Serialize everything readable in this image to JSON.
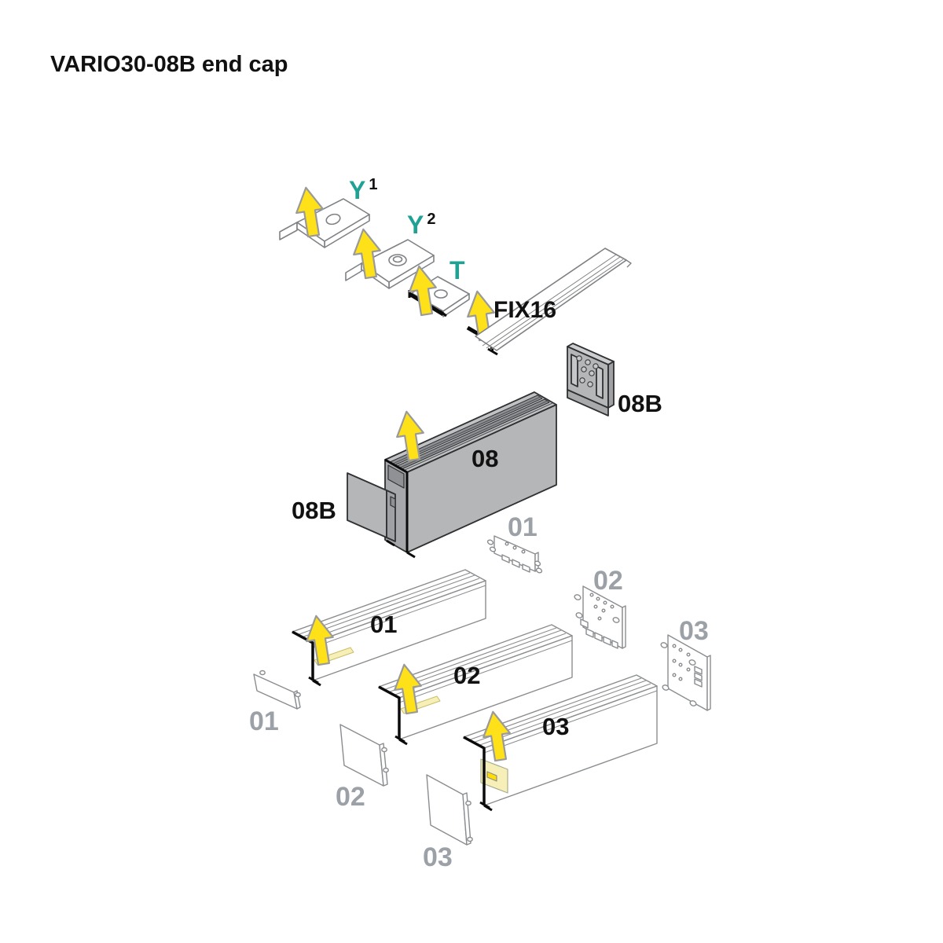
{
  "title": "VARIO30-08B end cap",
  "colors": {
    "teal": "#1FA294",
    "arrow_yellow": "#FFE11A",
    "profile_grey": "#B4B6B8",
    "label_grey": "#9CA1A7",
    "label_black": "#111111",
    "outline_grey": "#8A8D90",
    "led_strip_cream": "#F6F0B8"
  },
  "labels": {
    "bracket_y1": {
      "base": "Y",
      "sup": "1"
    },
    "bracket_y2": {
      "base": "Y",
      "sup": "2"
    },
    "bracket_t": "T",
    "fix16": "FIX16",
    "endcap_08b_right": "08B",
    "profile_08": "08",
    "endcap_08b_left": "08B",
    "endplate_01": "01",
    "endplate_02": "02",
    "endplate_03": "03",
    "profile_01": "01",
    "profile_02": "02",
    "profile_03": "03",
    "cover_01": "01",
    "cover_02": "02",
    "cover_03": "03"
  },
  "icons": {
    "arrow": "up-arrow-icon"
  }
}
